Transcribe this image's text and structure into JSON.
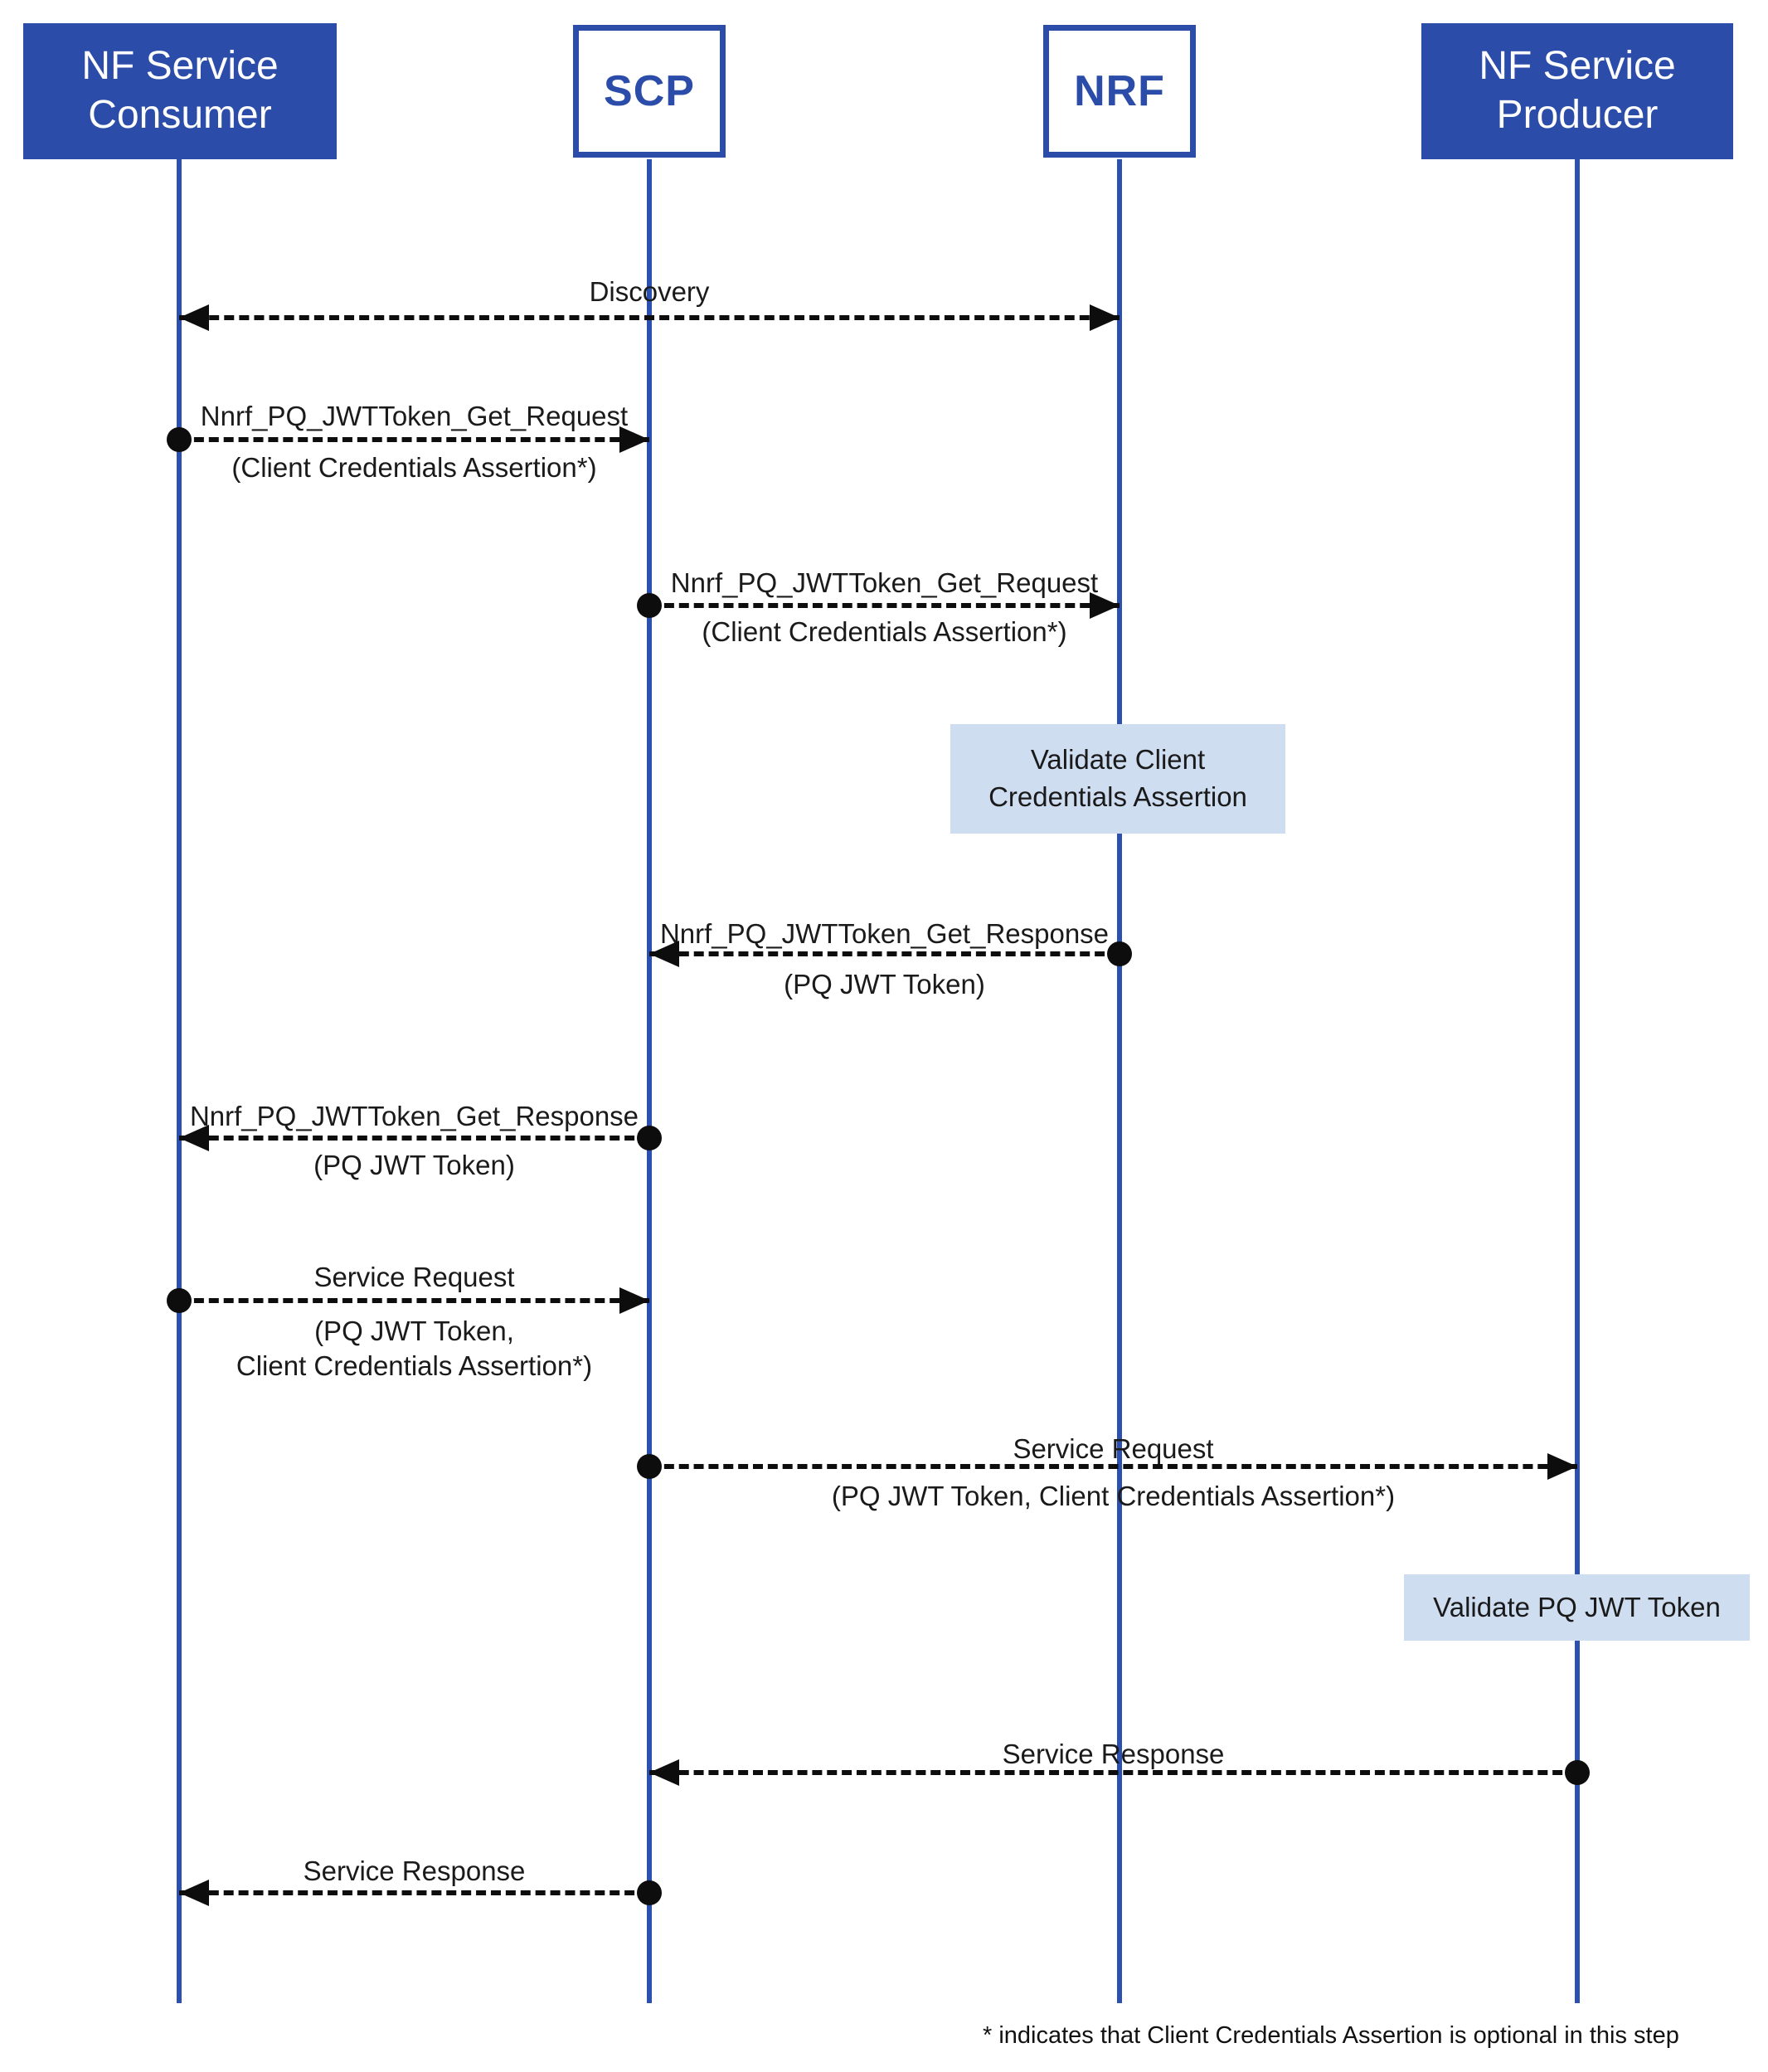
{
  "diagram_type": "sequence",
  "colors": {
    "actor_blue": "#2b4da9",
    "lifeline_blue": "#2b50b0",
    "note_background": "#cfddf1",
    "arrow_black": "#0d0d0d",
    "label_text": "#1a1a1a",
    "actor_text_on_blue": "#ffffff",
    "background": "#ffffff"
  },
  "actors": [
    {
      "id": "nf-service-consumer",
      "label": "NF Service Consumer",
      "style": "filled"
    },
    {
      "id": "scp",
      "label": "SCP",
      "style": "outlined"
    },
    {
      "id": "nrf",
      "label": "NRF",
      "style": "outlined"
    },
    {
      "id": "nf-service-producer",
      "label": "NF Service Producer",
      "style": "filled"
    }
  ],
  "messages": [
    {
      "id": "discovery",
      "label": "Discovery",
      "param": "",
      "from": "NF Service Consumer",
      "to": "NRF",
      "direction": "bidirectional"
    },
    {
      "id": "nnrf-pq-jwttoken-get-request-consumer-to-scp",
      "label": "Nnrf_PQ_JWTToken_Get_Request",
      "param": "(Client Credentials Assertion*)",
      "from": "NF Service Consumer",
      "to": "SCP",
      "direction": "right"
    },
    {
      "id": "nnrf-pq-jwttoken-get-request-scp-to-nrf",
      "label": "Nnrf_PQ_JWTToken_Get_Request",
      "param": "(Client Credentials Assertion*)",
      "from": "SCP",
      "to": "NRF",
      "direction": "right"
    },
    {
      "id": "nnrf-pq-jwttoken-get-response-nrf-to-scp",
      "label": "Nnrf_PQ_JWTToken_Get_Response",
      "param": "(PQ JWT Token)",
      "from": "NRF",
      "to": "SCP",
      "direction": "left"
    },
    {
      "id": "nnrf-pq-jwttoken-get-response-scp-to-consumer",
      "label": "Nnrf_PQ_JWTToken_Get_Response",
      "param": "(PQ JWT Token)",
      "from": "SCP",
      "to": "NF Service Consumer",
      "direction": "left"
    },
    {
      "id": "service-request-consumer-to-scp",
      "label": "Service Request",
      "param": "(PQ JWT Token,\nClient Credentials Assertion*)",
      "from": "NF Service Consumer",
      "to": "SCP",
      "direction": "right"
    },
    {
      "id": "service-request-scp-to-producer",
      "label": "Service Request",
      "param": "(PQ JWT Token, Client Credentials Assertion*)",
      "from": "SCP",
      "to": "NF Service Producer",
      "direction": "right"
    },
    {
      "id": "service-response-producer-to-scp",
      "label": "Service Response",
      "param": "",
      "from": "NF Service Producer",
      "to": "SCP",
      "direction": "left"
    },
    {
      "id": "service-response-scp-to-consumer",
      "label": "Service Response",
      "param": "",
      "from": "SCP",
      "to": "NF Service Consumer",
      "direction": "left"
    }
  ],
  "notes": [
    {
      "id": "validate-client-credentials-assertion",
      "label": "Validate Client Credentials Assertion",
      "on_actor": "NRF"
    },
    {
      "id": "validate-pq-jwt-token",
      "label": "Validate PQ JWT Token",
      "on_actor": "NF Service Producer"
    }
  ],
  "footnote": "* indicates that Client Credentials Assertion is optional in this step"
}
